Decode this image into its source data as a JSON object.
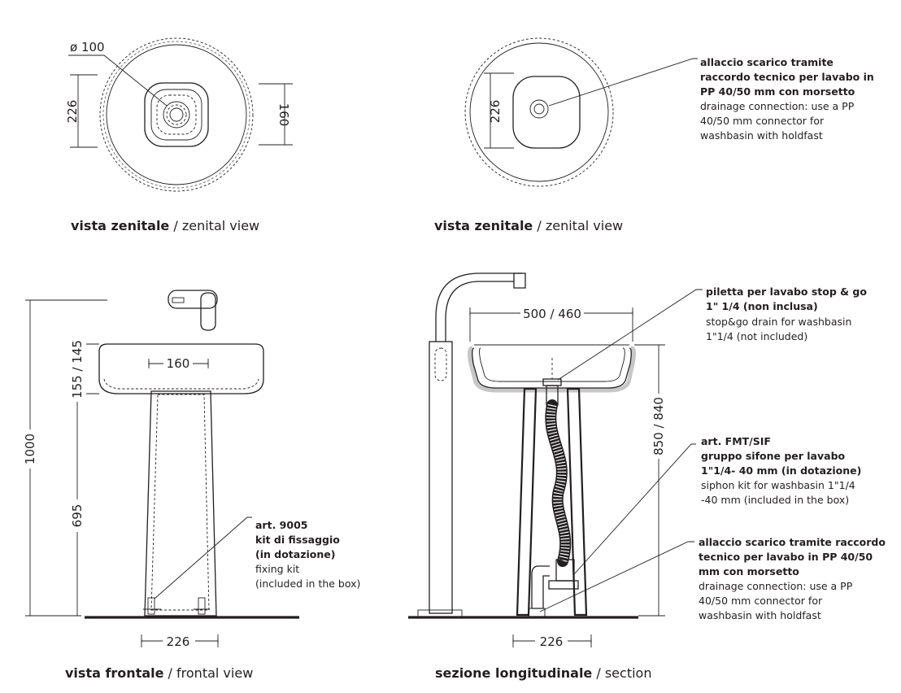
{
  "top_left": {
    "caption_it": "vista zenitale",
    "caption_sep": " / ",
    "caption_en": "zenital view",
    "dim_diameter": "ø 100",
    "dim_left": "226",
    "dim_right": "160"
  },
  "top_right": {
    "caption_it": "vista zenitale",
    "caption_sep": " / ",
    "caption_en": "zenital view",
    "dim_left": "226",
    "note_it": [
      "allaccio scarico tramite",
      "raccordo tecnico per lavabo in",
      "PP 40/50 mm con morsetto"
    ],
    "note_en": [
      "drainage connection: use a PP",
      "40/50 mm connector for",
      "washbasin with holdfast"
    ]
  },
  "bottom_left": {
    "caption_it": "vista frontale",
    "caption_sep": " / ",
    "caption_en": "frontal view",
    "dim_total": "1000",
    "dim_basin": "155 / 145",
    "dim_pedestal": "695",
    "dim_width": "160",
    "dim_base": "226",
    "note_it": [
      "art. 9005",
      "kit di fissaggio",
      "(in dotazione)"
    ],
    "note_en": [
      "fixing kit",
      "(included in the box)"
    ]
  },
  "bottom_right": {
    "caption_it": "sezione longitudinale",
    "caption_sep": " / ",
    "caption_en": "section",
    "dim_width": "500 / 460",
    "dim_height": "850 / 840",
    "dim_base": "226",
    "note1_it": [
      "piletta per lavabo stop & go",
      "1\" 1/4 (non inclusa)"
    ],
    "note1_en": [
      "stop&go drain for washbasin",
      "1\"1/4 (not included)"
    ],
    "note2_it": [
      "art. FMT/SIF",
      "gruppo sifone per lavabo",
      "1\"1/4- 40 mm (in dotazione)"
    ],
    "note2_en": [
      "siphon kit for washbasin 1\"1/4",
      "-40 mm (included in the box)"
    ],
    "note3_it": [
      "allaccio scarico tramite raccordo",
      "tecnico per lavabo in PP 40/50",
      "mm con morsetto"
    ],
    "note3_en": [
      "drainage connection: use a PP",
      "40/50 mm connector for",
      "washbasin with holdfast"
    ]
  }
}
